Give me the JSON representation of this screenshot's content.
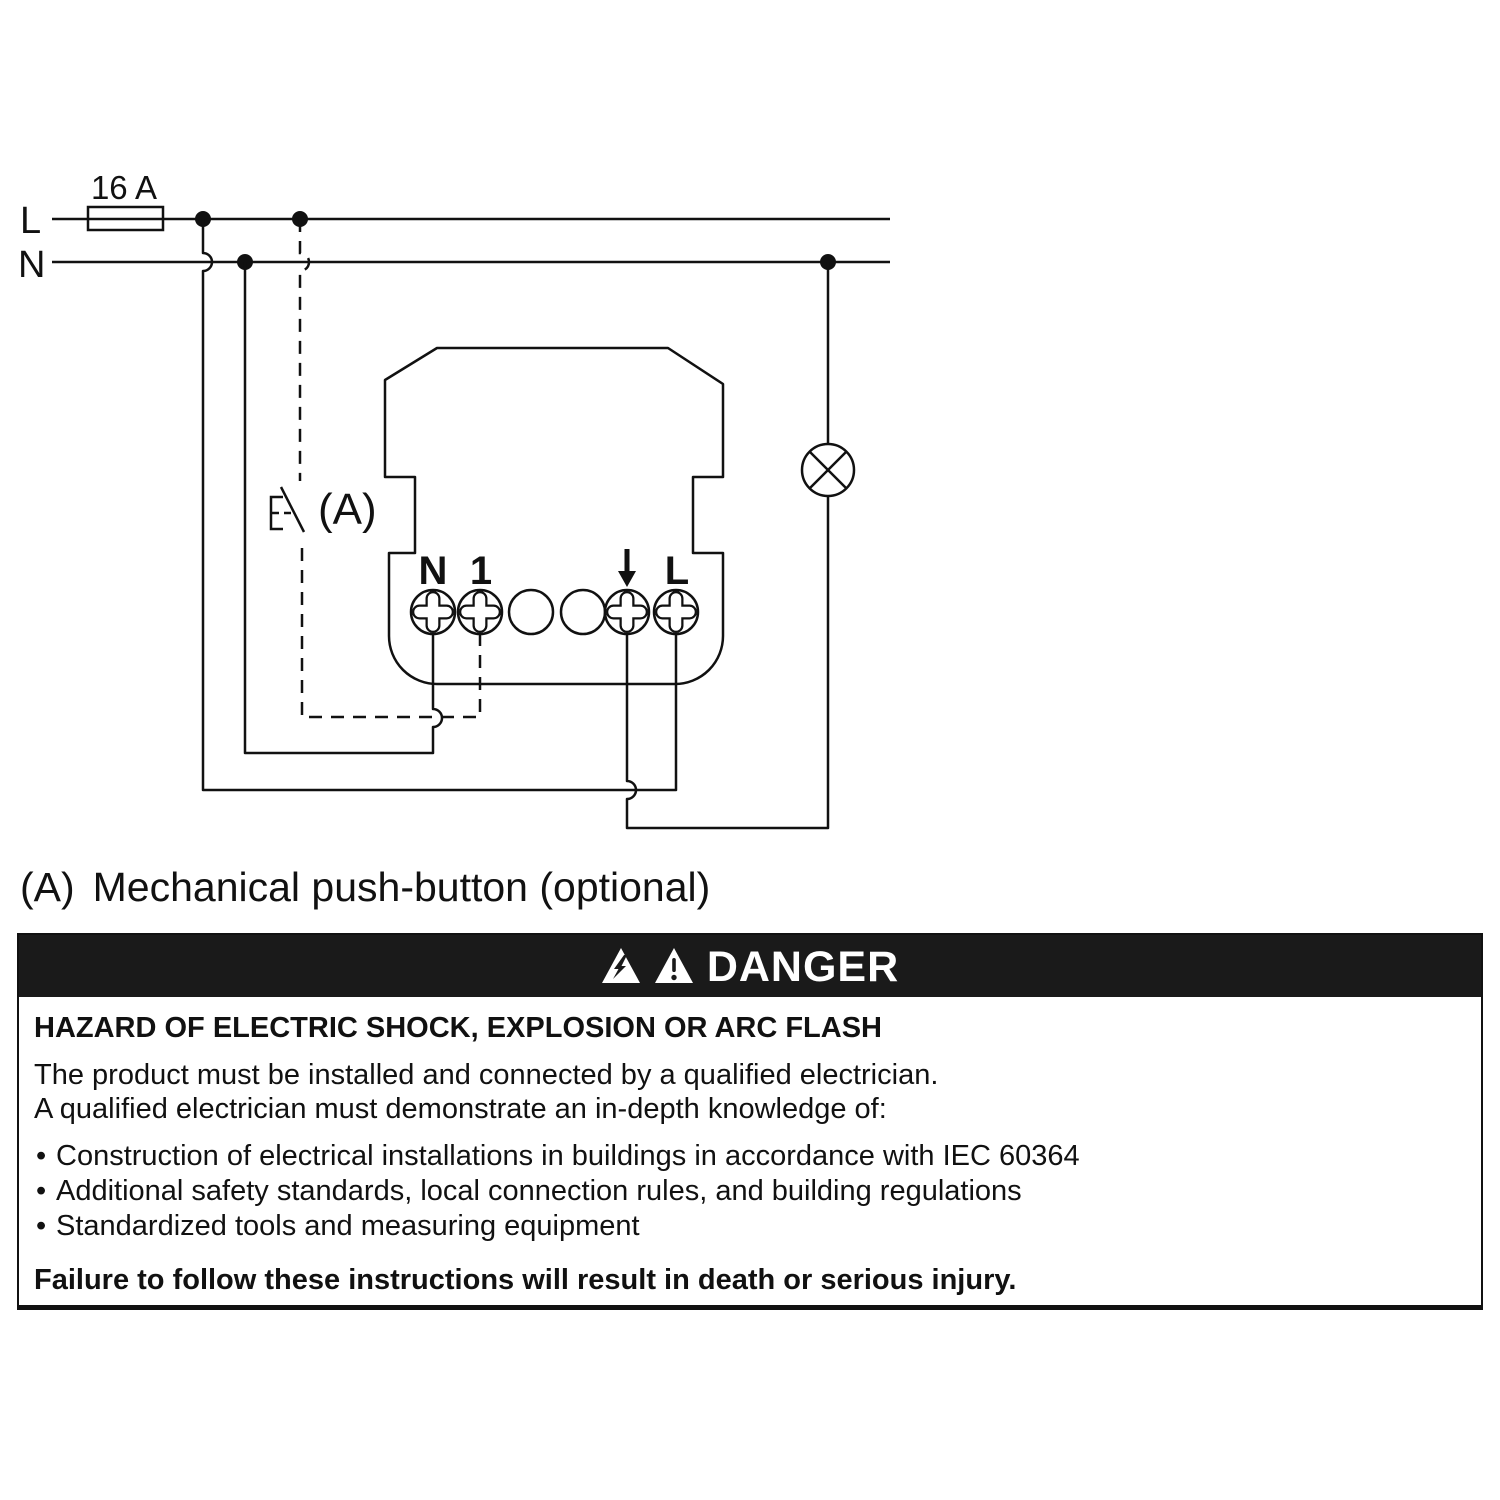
{
  "diagram": {
    "fuse_rating": "16 A",
    "line_live_label": "L",
    "line_neutral_label": "N",
    "push_button_ref": "(A)",
    "terminal_labels": {
      "neutral": "N",
      "one": "1",
      "live": "L"
    }
  },
  "caption": {
    "ref": "(A)",
    "text": "Mechanical push-button (optional)"
  },
  "danger": {
    "title": "DANGER",
    "heading": "HAZARD OF ELECTRIC SHOCK, EXPLOSION OR ARC FLASH",
    "intro": [
      "The product must be installed and connected by a qualified electrician.",
      "A qualified electrician must demonstrate an in-depth knowledge of:"
    ],
    "bullets": [
      "Construction of electrical installations in buildings in accordance with IEC 60364",
      "Additional safety standards, local connection rules, and building regulations",
      "Standardized tools and measuring equipment"
    ],
    "footer": "Failure to follow these instructions will result in death or serious injury."
  },
  "colors": {
    "ink": "#111111",
    "danger_header_bg": "#1a1a1a",
    "danger_header_text": "#ffffff"
  }
}
